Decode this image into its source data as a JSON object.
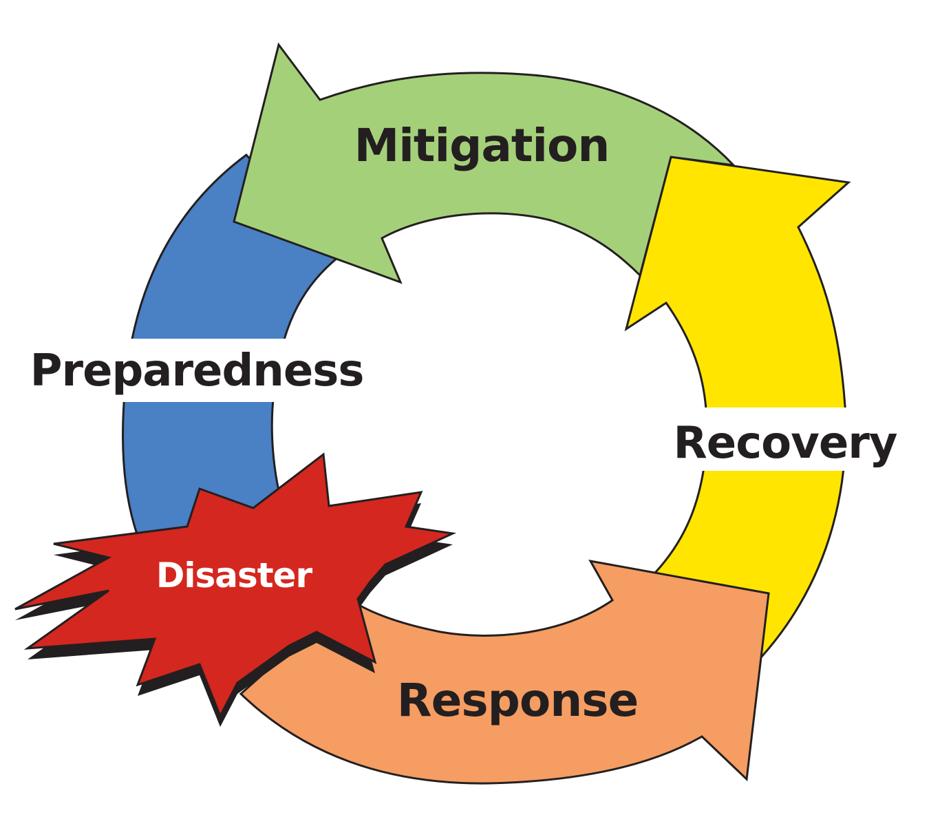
{
  "diagram": {
    "stages": {
      "mitigation": {
        "label": "Mitigation",
        "color": "#a5d07a"
      },
      "recovery": {
        "label": "Recovery",
        "color": "#ffe500"
      },
      "response": {
        "label": "Response",
        "color": "#f59d62"
      },
      "preparedness": {
        "label": "Preparedness",
        "color": "#4a80c4"
      }
    },
    "event": {
      "label": "Disaster",
      "color": "#d4271f",
      "text_color": "#ffffff"
    },
    "outline_color": "#231f20"
  }
}
